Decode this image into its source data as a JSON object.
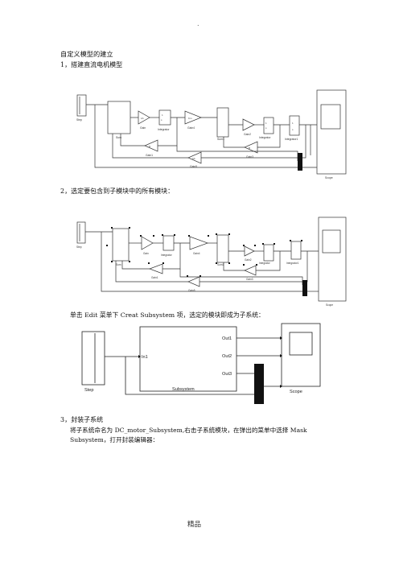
{
  "header_mark": ".",
  "doc": {
    "title": "自定义模型的建立",
    "step1": "1，搭建直流电机模型",
    "step2": "2，选定要包含到子模块中的所有模块：",
    "step2_desc": "单击 Edit 菜单下 Creat Subsystem 项，选定的模块即成为子系统：",
    "step3": "3，封装子系统",
    "step3_desc": "将子系统命名为 DC_motor_Subsystem,右击子系统模块，在弹出的菜单中选择 Mask Subsystem，打开封装编辑器："
  },
  "diagram1": {
    "step": "Step",
    "sum": "Sum",
    "gain": "Gain",
    "integrator": "Integrator",
    "gain4": "Gain4",
    "sum1": "Sum1",
    "gain1": "Gain1",
    "gain2": "Gain2",
    "gain3": "Gain3",
    "gain5": "Gain5",
    "integrator1": "Integrator1",
    "scope": "Scope"
  },
  "diagram3": {
    "step": "Step",
    "in1": "In1",
    "out1": "Out1",
    "out2": "Out2",
    "out3": "Out3",
    "subsystem": "Subsystem",
    "scope": "Scope"
  },
  "footer": "精品"
}
